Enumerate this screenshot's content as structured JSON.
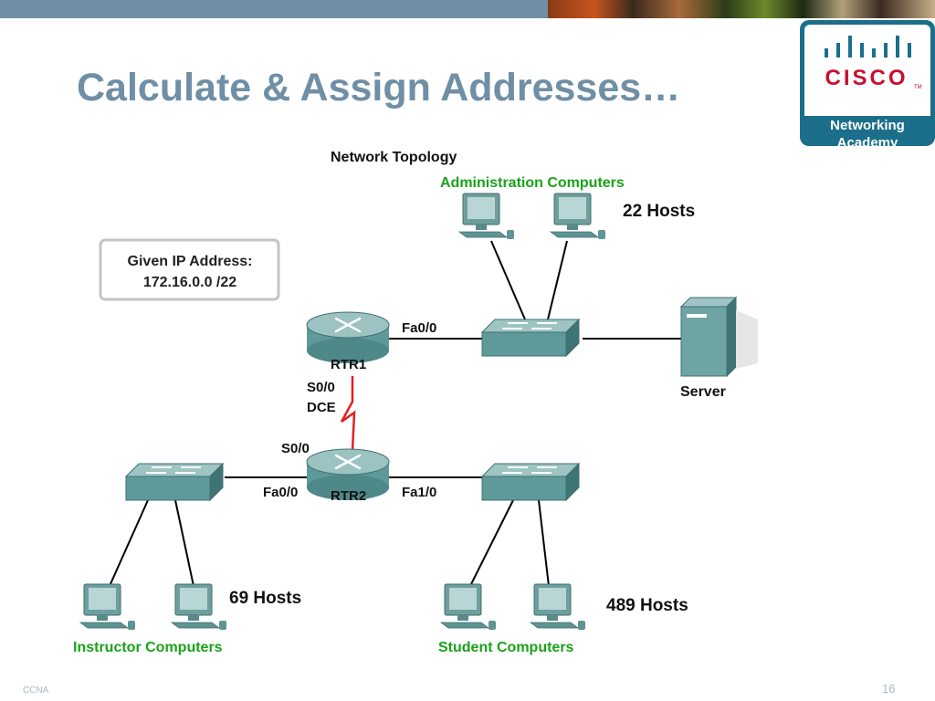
{
  "slide": {
    "title": "Calculate & Assign Addresses…",
    "footer_left": "CCNA",
    "page_number": "16"
  },
  "logo": {
    "brand": "CISCO",
    "trademark": "TM",
    "line1": "Networking",
    "line2": "Academy"
  },
  "diagram": {
    "heading": "Network Topology",
    "given_box": {
      "line1": "Given IP Address:",
      "line2": "172.16.0.0 /22"
    },
    "groups": {
      "admin": {
        "label": "Administration Computers",
        "hosts": "22 Hosts"
      },
      "instructor": {
        "label": "Instructor Computers",
        "hosts": "69 Hosts"
      },
      "student": {
        "label": "Student Computers",
        "hosts": "489 Hosts"
      }
    },
    "routers": {
      "rtr1": "RTR1",
      "rtr2": "RTR2"
    },
    "server_label": "Server",
    "interfaces": {
      "rtr1_fa": "Fa0/0",
      "rtr1_serial": "S0/0",
      "rtr1_dce": "DCE",
      "rtr2_serial": "S0/0",
      "rtr2_fa00": "Fa0/0",
      "rtr2_fa10": "Fa1/0"
    },
    "colors": {
      "device": "#5f9a9a",
      "device_dark": "#3f7474",
      "device_light": "#a9cccc",
      "group_label": "#1aa31a",
      "serial_link": "#e02020"
    }
  }
}
